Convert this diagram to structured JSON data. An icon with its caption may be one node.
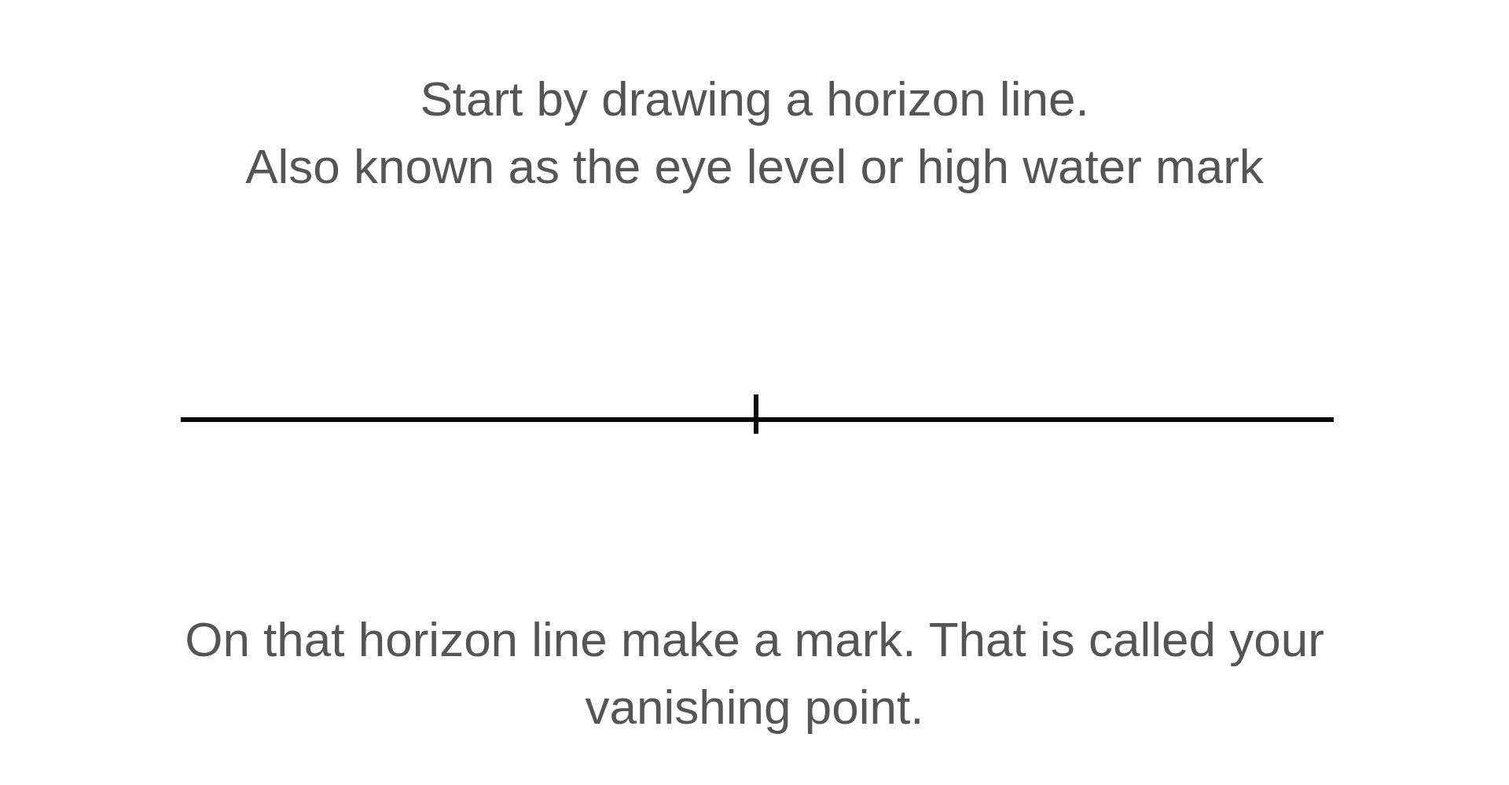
{
  "diagram": {
    "labels": [
      "Start by drawing a horizon line.",
      "Also known as the eye level or high water mark",
      "On that horizon line make a mark. That is called your vanishing point."
    ]
  }
}
